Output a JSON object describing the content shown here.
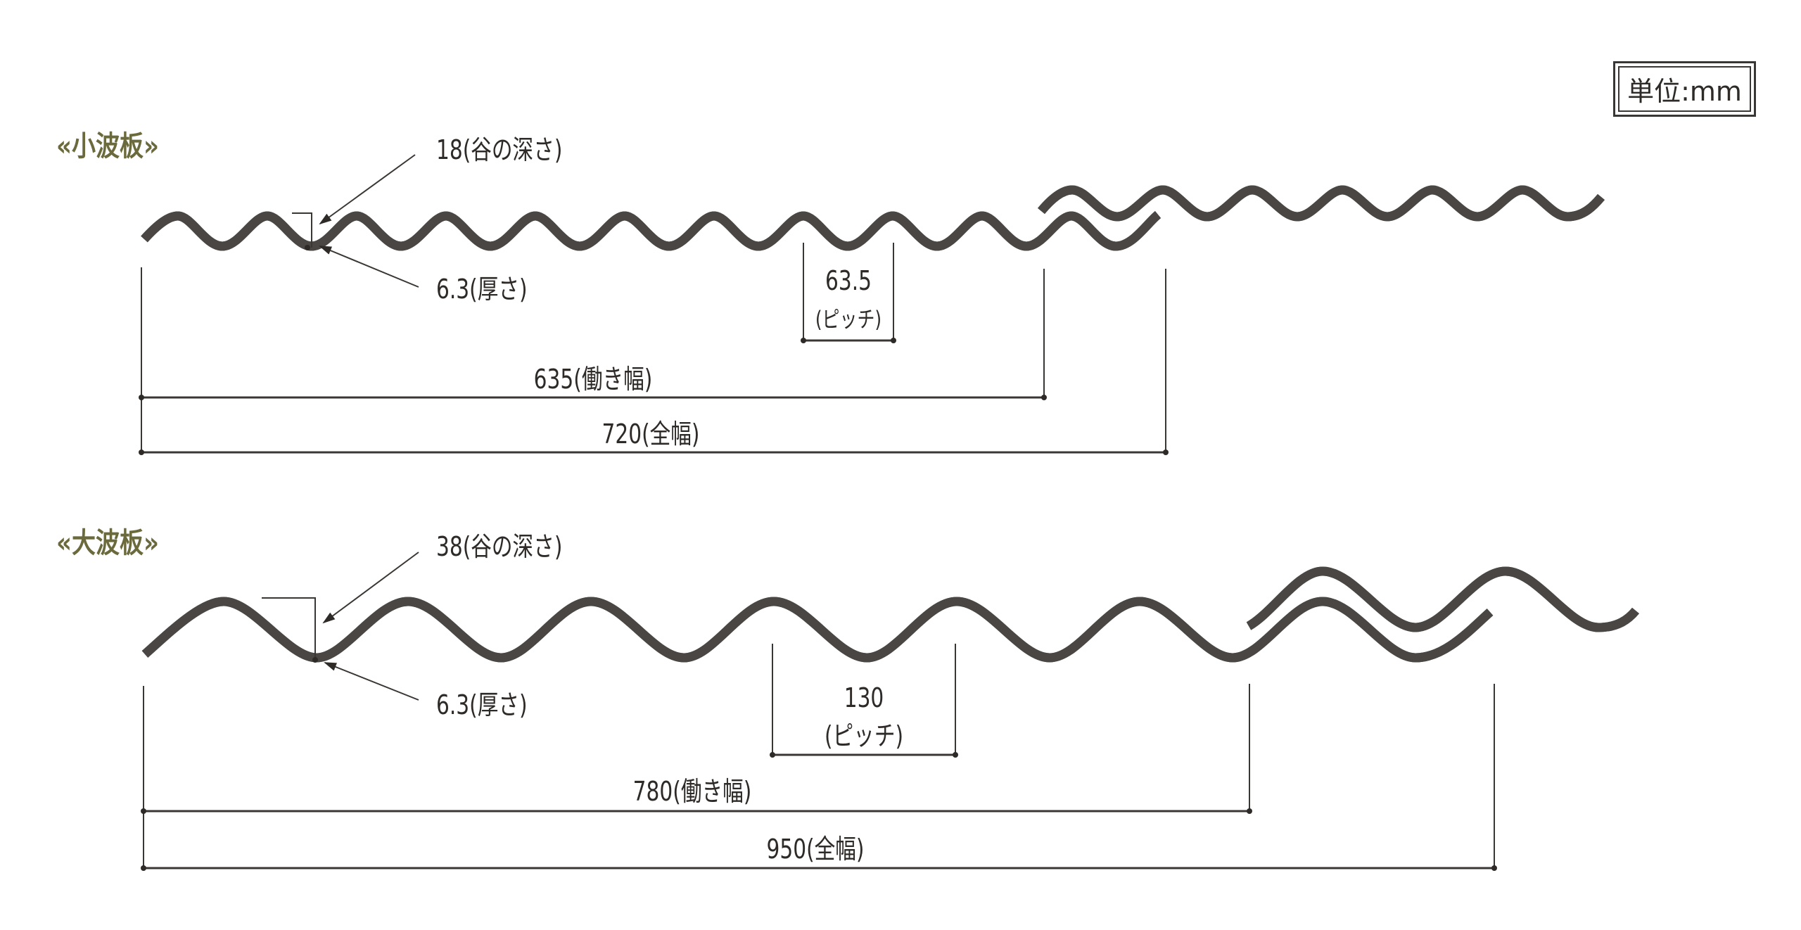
{
  "unit_label": "単位:mm",
  "colors": {
    "title": "#6b6a3c",
    "sheet_fill": "#cfc8c2",
    "sheet_edge": "#4a4644",
    "line": "#3a3634"
  },
  "small_corrugated": {
    "title": "«小波板»",
    "depth_label": "18(谷の深さ)",
    "thickness_label": "6.3(厚さ)",
    "pitch_value": "63.5",
    "pitch_label": "(ピッチ)",
    "working_width_label": "635(働き幅)",
    "total_width_label": "720(全幅)"
  },
  "large_corrugated": {
    "title": "«大波板»",
    "depth_label": "38(谷の深さ)",
    "thickness_label": "6.3(厚さ)",
    "pitch_value": "130",
    "pitch_label": "(ピッチ)",
    "working_width_label": "780(働き幅)",
    "total_width_label": "950(全幅)"
  }
}
